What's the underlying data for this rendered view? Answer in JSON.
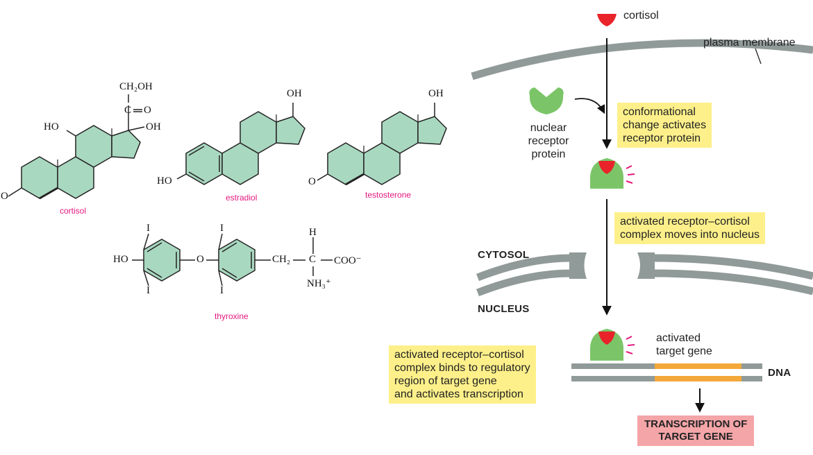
{
  "molecules": {
    "cortisol_label": "cortisol",
    "estradiol_label": "estradiol",
    "testosterone_label": "testosterone",
    "thyroxine_label": "thyroxine"
  },
  "atoms": {
    "ch2oh": "CH₂OH",
    "co": "C",
    "o_eq": "O",
    "oh": "OH",
    "ho": "HO",
    "o": "O",
    "i": "I",
    "h": "H",
    "ch2": "CH₂",
    "c": "C",
    "coo": "COO⁻",
    "nh3": "NH₃⁺"
  },
  "pathway": {
    "cortisol": "cortisol",
    "plasma_membrane": "plasma membrane",
    "nuclear_receptor": [
      "nuclear",
      "receptor",
      "protein"
    ],
    "box_conformational": [
      "conformational",
      "change activates",
      "receptor protein"
    ],
    "box_moves": [
      "activated receptor–cortisol",
      "complex moves into nucleus"
    ],
    "cytosol": "CYTOSOL",
    "nucleus": "NUCLEUS",
    "activated_target_gene": [
      "activated",
      "target gene"
    ],
    "box_binds": [
      "activated receptor–cortisol",
      "complex binds to regulatory",
      "region of target gene",
      "and activates transcription"
    ],
    "dna": "DNA",
    "transcription": [
      "TRANSCRIPTION OF",
      "TARGET GENE"
    ]
  },
  "colors": {
    "ring_fill": "#a9d8c0",
    "membrane": "#909a98",
    "cortisol_red": "#e8232a",
    "receptor_green": "#7bc568",
    "gene_orange": "#f4a83a",
    "box_yellow": "#fdf08a",
    "tx_pink": "#f4a5a8",
    "label_pink": "#e5177e"
  }
}
